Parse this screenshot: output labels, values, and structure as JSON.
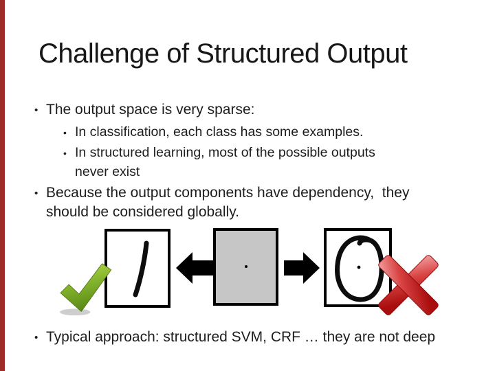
{
  "slide": {
    "title": "Challenge of Structured Output",
    "accent": {
      "left_bar_color": "#9e2b28"
    },
    "bullets": [
      {
        "level": 1,
        "marker": "•",
        "lines": [
          "The output space is very sparse:"
        ]
      },
      {
        "level": 2,
        "marker": "•",
        "lines": [
          "In classification, each class has some examples."
        ]
      },
      {
        "level": 2,
        "marker": "•",
        "lines": [
          "In structured learning, most of the possible outputs",
          "never exist"
        ]
      },
      {
        "level": 1,
        "marker": "•",
        "lines": [
          "Because the output components have dependency,  they",
          "should be considered globally."
        ]
      },
      {
        "level": 1,
        "marker": "•",
        "lines": [
          "Typical approach: structured SVM, CRF … they are not deep"
        ]
      }
    ],
    "figure": {
      "left_digit": "1",
      "center_content": "dot",
      "right_digit": "0",
      "icons": [
        "green-check-icon",
        "left-arrow-icon",
        "right-arrow-icon",
        "red-cross-icon"
      ],
      "colors": {
        "check_light": "#bad84b",
        "check_mid": "#84b42c",
        "check_dark": "#5b8a17",
        "cross_light": "#f2a2a2",
        "cross_mid": "#d94343",
        "cross_dark": "#a90d0d",
        "box_border": "#000000",
        "gray_box_fill": "#c6c6c6",
        "ink": "#0d0d0d"
      }
    }
  }
}
